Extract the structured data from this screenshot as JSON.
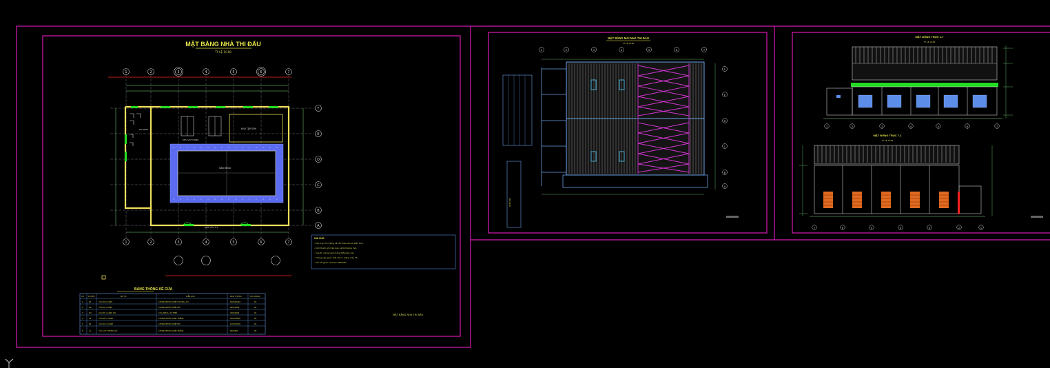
{
  "sheet1": {
    "title": "MẶT BẰNG NHÀ THI ĐẤU",
    "scale": "TỶ LỆ 1/100",
    "axes_top": [
      "1",
      "2",
      "3",
      "4",
      "5",
      "6",
      "7"
    ],
    "axes_right": [
      "F",
      "E",
      "D",
      "C",
      "B",
      "A"
    ],
    "room_pool": "SÂN BÓNG",
    "room_wc": "WC NAM",
    "room_store": "KHO VẬT DỤNG",
    "room_gym": "KHU TẬP GYM",
    "section_tag": "MẶT CẮT 1-1",
    "notes_title": "GHI CHÚ:",
    "notes": [
      "- Các trục tim tường và cột theo bản vẽ kiến trúc.",
      "- Kích thước ghi trên bản vẽ tính bằng mm.",
      "- Cửa đi, cửa sổ xem bảng thống kê cửa.",
      "- Tường xây gạch, trát vữa xi măng mác 75.",
      "- Sàn lát gạch Ceramic 600x600."
    ],
    "door_table_title": "BẢNG THỐNG KÊ CỬA",
    "door_table_headers": [
      "STT",
      "KÍ HIỆU",
      "MÔ TẢ",
      "DIỄN GIẢI",
      "KÍCH THƯỚC",
      "SỐ LƯỢNG"
    ],
    "door_table_rows": [
      [
        "1",
        "D1",
        "CỬA ĐI 2 CÁNH",
        "KHUNG NHÔM, KÍNH CƯỜNG LỰC",
        "1800X2400",
        "02"
      ],
      [
        "2",
        "D2",
        "CỬA ĐI 1 CÁNH",
        "KHUNG NHÔM, KÍNH MỜ",
        "900X2200",
        "04"
      ],
      [
        "3",
        "D3",
        "CỬA ĐI 1 CÁNH WC",
        "CỬA NHỰA LÕI THÉP",
        "700X2000",
        "02"
      ],
      [
        "4",
        "S1",
        "CỬA SỔ 4 CÁNH",
        "KHUNG NHÔM, KÍNH TRẮNG",
        "2400X1600",
        "06"
      ],
      [
        "5",
        "S2",
        "CỬA SỔ 2 CÁNH",
        "KHUNG NHÔM, KÍNH MỜ",
        "1200X1200",
        "04"
      ],
      [
        "6",
        "L1",
        "CỬA LẬT THÔNG GIÓ",
        "KHUNG NHÔM, KÍNH TRẮNG",
        "600X600",
        "08"
      ]
    ],
    "sheet_label": "MẶT BẰNG NHÀ THI ĐẤU"
  },
  "sheet2": {
    "title": "MẶT BẰNG MÁI NHÀ THI ĐẤU",
    "scale": "TỶ LỆ 1/100",
    "axes_top": [
      "1",
      "2",
      "3",
      "4",
      "5",
      "6",
      "7"
    ],
    "axes_right": [
      "F",
      "E",
      "D",
      "C",
      "B",
      "A"
    ],
    "note": "GHI CHÚ"
  },
  "sheet3": {
    "title_top": "MẶT ĐỨNG TRỤC 1-7",
    "title_bottom": "MẶT ĐỨNG TRỤC 7-1",
    "scale": "TỶ LỆ 1/100",
    "axes": [
      "1",
      "2",
      "3",
      "4",
      "5",
      "6",
      "7"
    ],
    "axes_rev": [
      "7",
      "6",
      "5",
      "4",
      "3",
      "2",
      "1"
    ]
  },
  "colors": {
    "frame": "#d81cb4",
    "wall": "#f2e05a",
    "pool": "#5c6cf0",
    "roof_bracing": "#d236d2",
    "green": "#22dd22",
    "red": "#ff2020",
    "door": "#e06a20",
    "dim": "#7fe07f"
  },
  "ucs_icon": "ucs-icon"
}
